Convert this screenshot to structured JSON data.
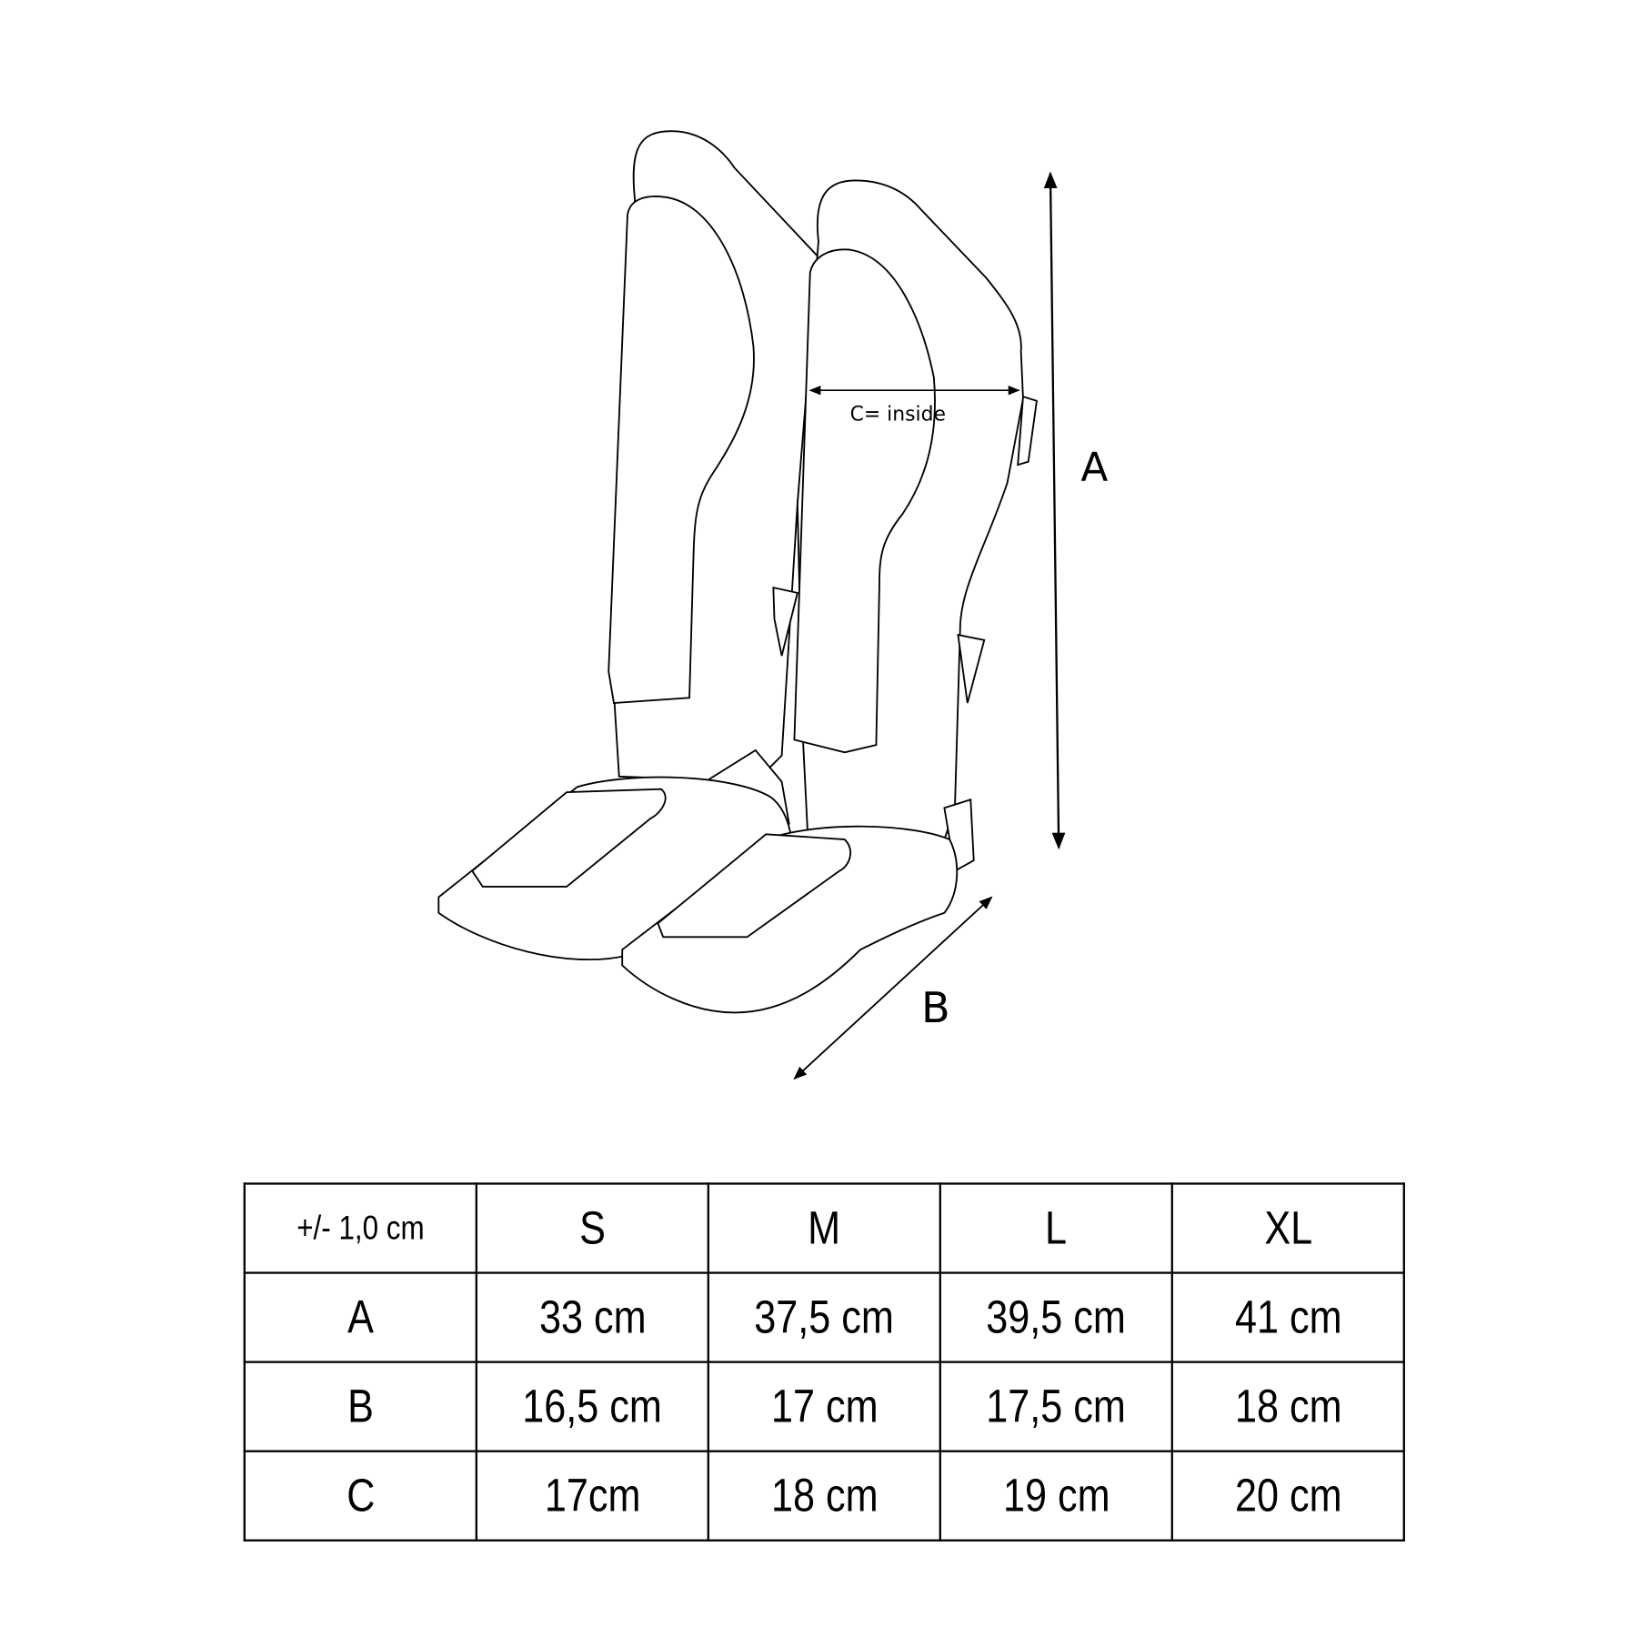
{
  "diagram": {
    "labels": {
      "a": "A",
      "b": "B",
      "c": "C= inside"
    }
  },
  "size_table": {
    "header": [
      "+/- 1,0 cm",
      "S",
      "M",
      "L",
      "XL"
    ],
    "rows": [
      [
        "A",
        "33 cm",
        "37,5 cm",
        "39,5 cm",
        "41 cm"
      ],
      [
        "B",
        "16,5 cm",
        "17 cm",
        "17,5 cm",
        "18 cm"
      ],
      [
        "C",
        "17cm",
        "18 cm",
        "19 cm",
        "20 cm"
      ]
    ]
  }
}
